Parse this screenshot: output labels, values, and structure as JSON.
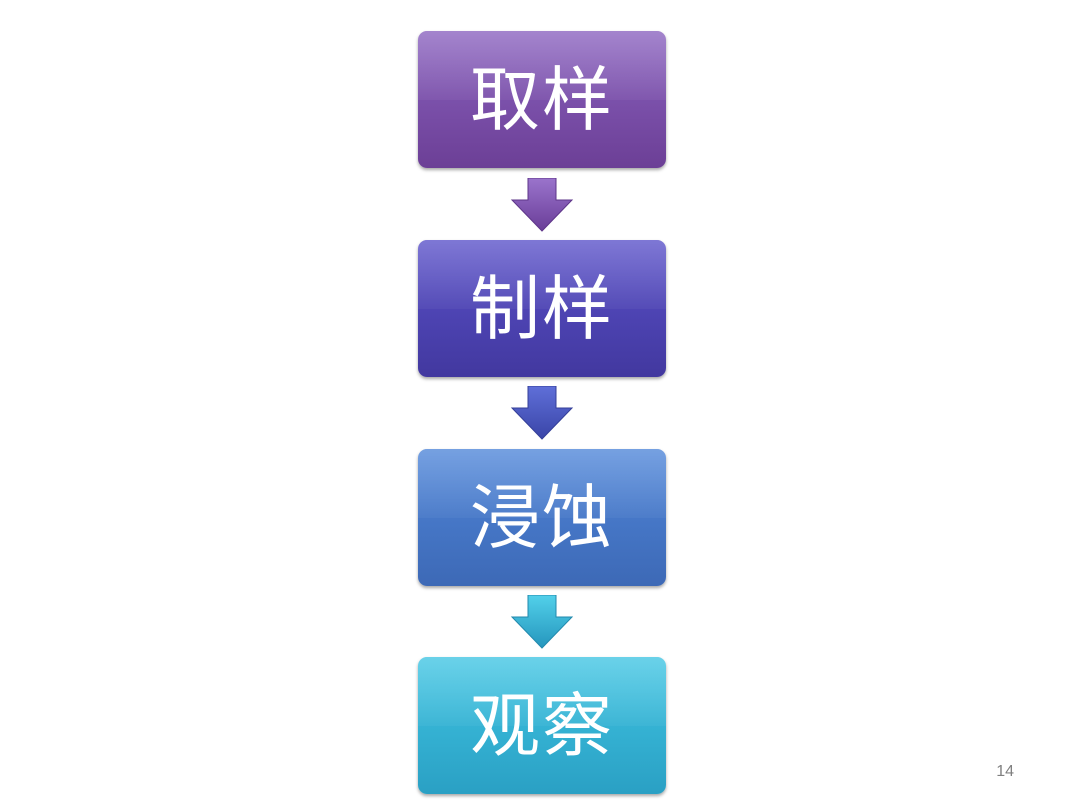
{
  "steps": [
    {
      "label": "取样",
      "color_top": "#8a62bf",
      "color_bottom": "#6c3f96"
    },
    {
      "label": "制样",
      "color_top": "#5a51c9",
      "color_bottom": "#42389f"
    },
    {
      "label": "浸蚀",
      "color_top": "#4f86d9",
      "color_bottom": "#3d69b6"
    },
    {
      "label": "观察",
      "color_top": "#40c5e3",
      "color_bottom": "#2aa0c4"
    }
  ],
  "arrows": [
    {
      "icon": "down-arrow-icon",
      "color": "#7d4fb0"
    },
    {
      "icon": "down-arrow-icon",
      "color": "#4a4fc0"
    },
    {
      "icon": "down-arrow-icon",
      "color": "#2fb4d6"
    }
  ],
  "page_number": "14"
}
